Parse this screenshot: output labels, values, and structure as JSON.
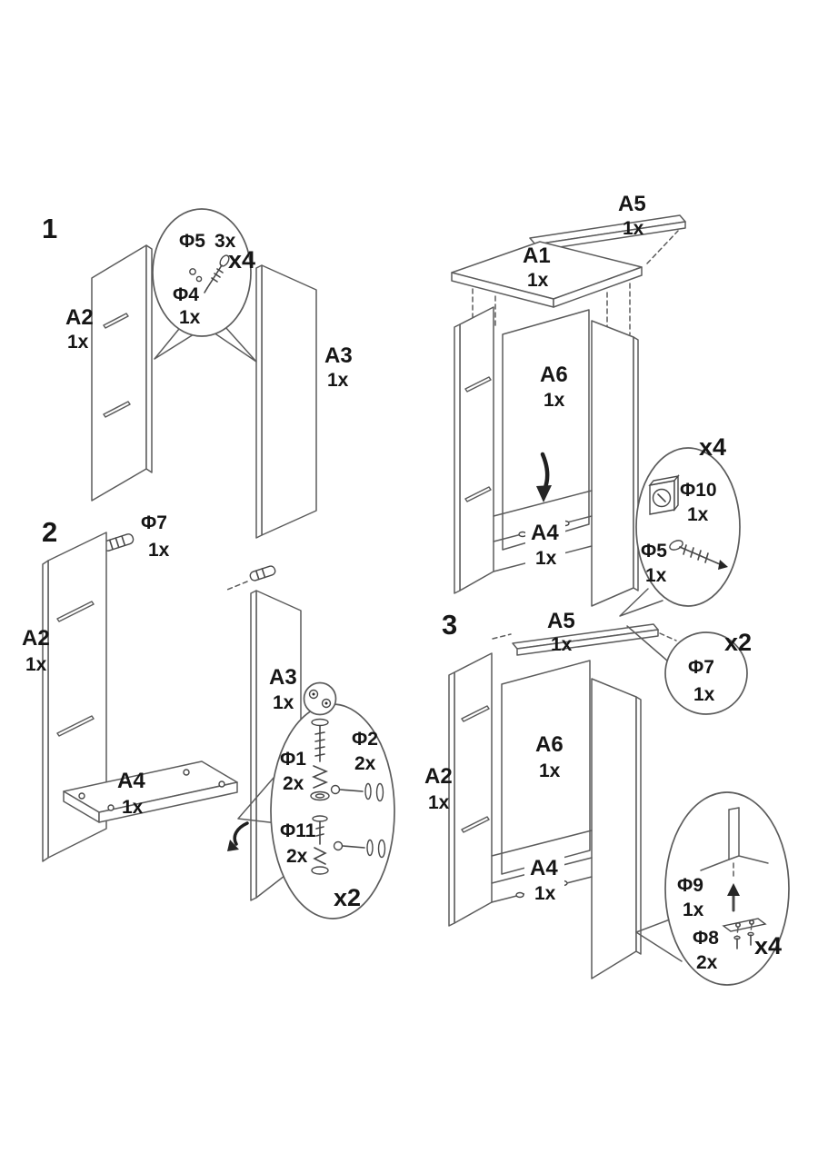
{
  "colors": {
    "line": "#5c5c5c",
    "text": "#161616",
    "background": "#ffffff"
  },
  "step1": {
    "number": "1",
    "a2_label": "A2",
    "a2_qty": "1x",
    "a3_label": "A3",
    "a3_qty": "1x",
    "callout": {
      "phi5_label": "Φ5",
      "phi5_qty": "3x",
      "phi4_label": "Φ4",
      "phi4_qty": "1x",
      "multiplier": "x4"
    }
  },
  "step2": {
    "number": "2",
    "phi7_label": "Φ7",
    "phi7_qty": "1x",
    "a2_label": "A2",
    "a2_qty": "1x",
    "a3_label": "A3",
    "a3_qty": "1x",
    "a4_label": "A4",
    "a4_qty": "1x",
    "callout": {
      "phi1_label": "Φ1",
      "phi1_qty": "2x",
      "phi2_label": "Φ2",
      "phi2_qty": "2x",
      "phi11_label": "Φ11",
      "phi11_qty": "2x",
      "multiplier": "x2"
    }
  },
  "assembly": {
    "a5_label": "A5",
    "a5_qty": "1x",
    "a1_label": "A1",
    "a1_qty": "1x",
    "a6_label": "A6",
    "a6_qty": "1x",
    "a4_label": "A4",
    "a4_qty": "1x",
    "callout": {
      "multiplier": "x4",
      "phi10_label": "Φ10",
      "phi10_qty": "1x",
      "phi5_label": "Φ5",
      "phi5_qty": "1x"
    }
  },
  "step3": {
    "number": "3",
    "a5_label": "A5",
    "a5_qty": "1x",
    "phi7_callout": {
      "label": "Φ7",
      "qty": "1x",
      "multiplier": "x2"
    },
    "a2_label": "A2",
    "a2_qty": "1x",
    "a6_label": "A6",
    "a6_qty": "1x",
    "a4_label": "A4",
    "a4_qty": "1x",
    "callout": {
      "phi9_label": "Φ9",
      "phi9_qty": "1x",
      "phi8_label": "Φ8",
      "phi8_qty": "2x",
      "multiplier": "x4"
    }
  }
}
